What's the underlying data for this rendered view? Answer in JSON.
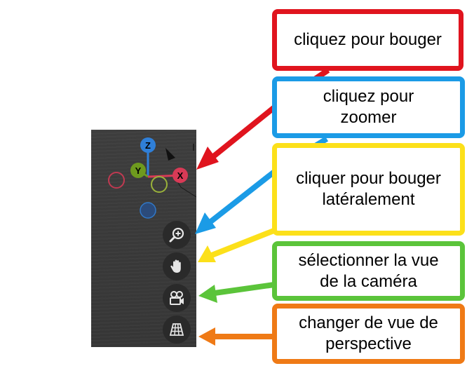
{
  "gizmo": {
    "z_label": "Z",
    "y_label": "Y",
    "x_label": "X",
    "colors": {
      "z": "#2f7fd8",
      "y": "#6e9a1e",
      "x": "#d83a56"
    }
  },
  "navigation_buttons": [
    {
      "icon": "zoom-in-icon"
    },
    {
      "icon": "hand-icon"
    },
    {
      "icon": "camera-icon"
    },
    {
      "icon": "perspective-grid-icon"
    }
  ],
  "callouts": {
    "move": {
      "text": "cliquez pour bouger",
      "color": "#e0141e"
    },
    "zoom": {
      "text": "cliquez pour\nzoomer",
      "color": "#1b9be6"
    },
    "pan": {
      "text": "cliquer pour bouger\nlatéralement",
      "color": "#fce01a"
    },
    "camera": {
      "text": "sélectionner la vue\nde la caméra",
      "color": "#5bc43a"
    },
    "perspective": {
      "text": "changer de vue de\nperspective",
      "color": "#ef7a16"
    }
  }
}
